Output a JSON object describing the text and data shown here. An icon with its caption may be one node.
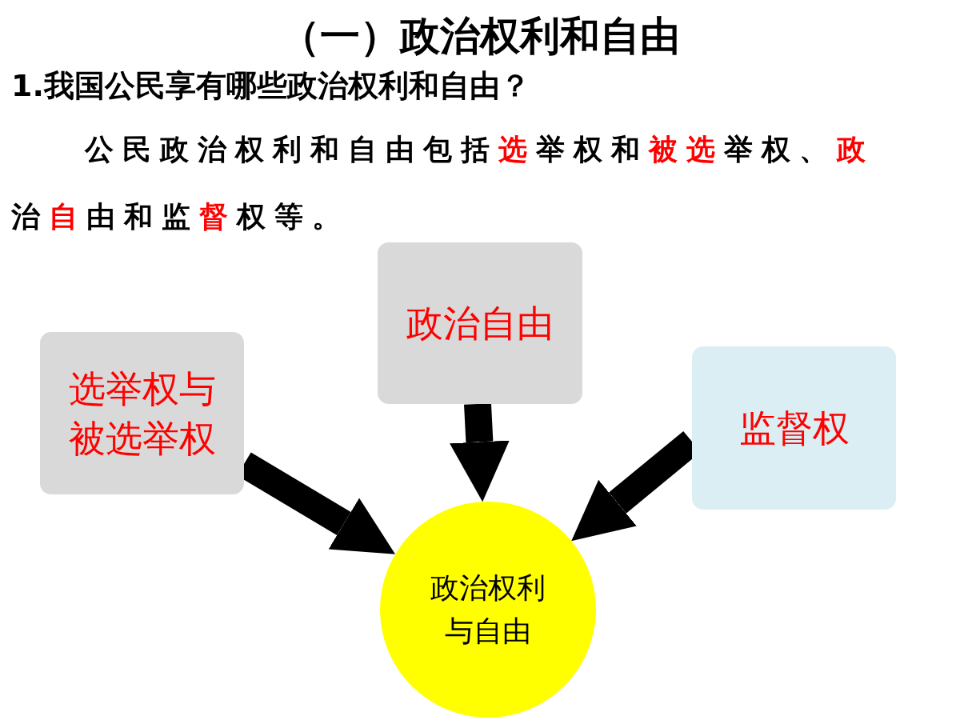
{
  "diagram": {
    "title": "（一）政治权利和自由",
    "nodes": [
      {
        "text": [
          "选举权与被选举权"
        ]
      },
      {
        "text": [
          "政治自由"
        ]
      },
      {
        "text": [
          "监督权"
        ]
      },
      {
        "text": [
          "政治权利与自由"
        ]
      }
    ],
    "edges": [
      {
        "from": 0,
        "to": 3,
        "arrow": "to"
      },
      {
        "from": 1,
        "to": 3,
        "arrow": "to"
      },
      {
        "from": 2,
        "to": 3,
        "arrow": "to"
      }
    ],
    "labels": [
      "1.我国公民享有哪些政治权利和自由？",
      "公民政治权利和自由包括**选**举权和**被选**举权、**政**治**自**由和监**督**权等。"
    ]
  }
}
